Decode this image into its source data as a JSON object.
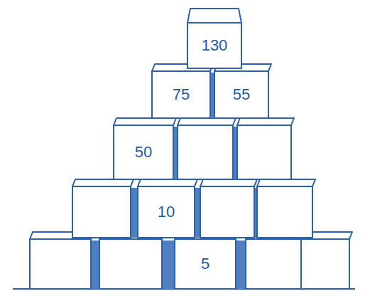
{
  "diagram": {
    "nodes": [
      {
        "text": [
          "130"
        ]
      },
      {
        "text": [
          "75"
        ]
      },
      {
        "text": [
          "55"
        ]
      },
      {
        "text": [
          "50"
        ]
      },
      {
        "text": [
          "10"
        ]
      },
      {
        "text": [
          "5"
        ]
      }
    ]
  }
}
